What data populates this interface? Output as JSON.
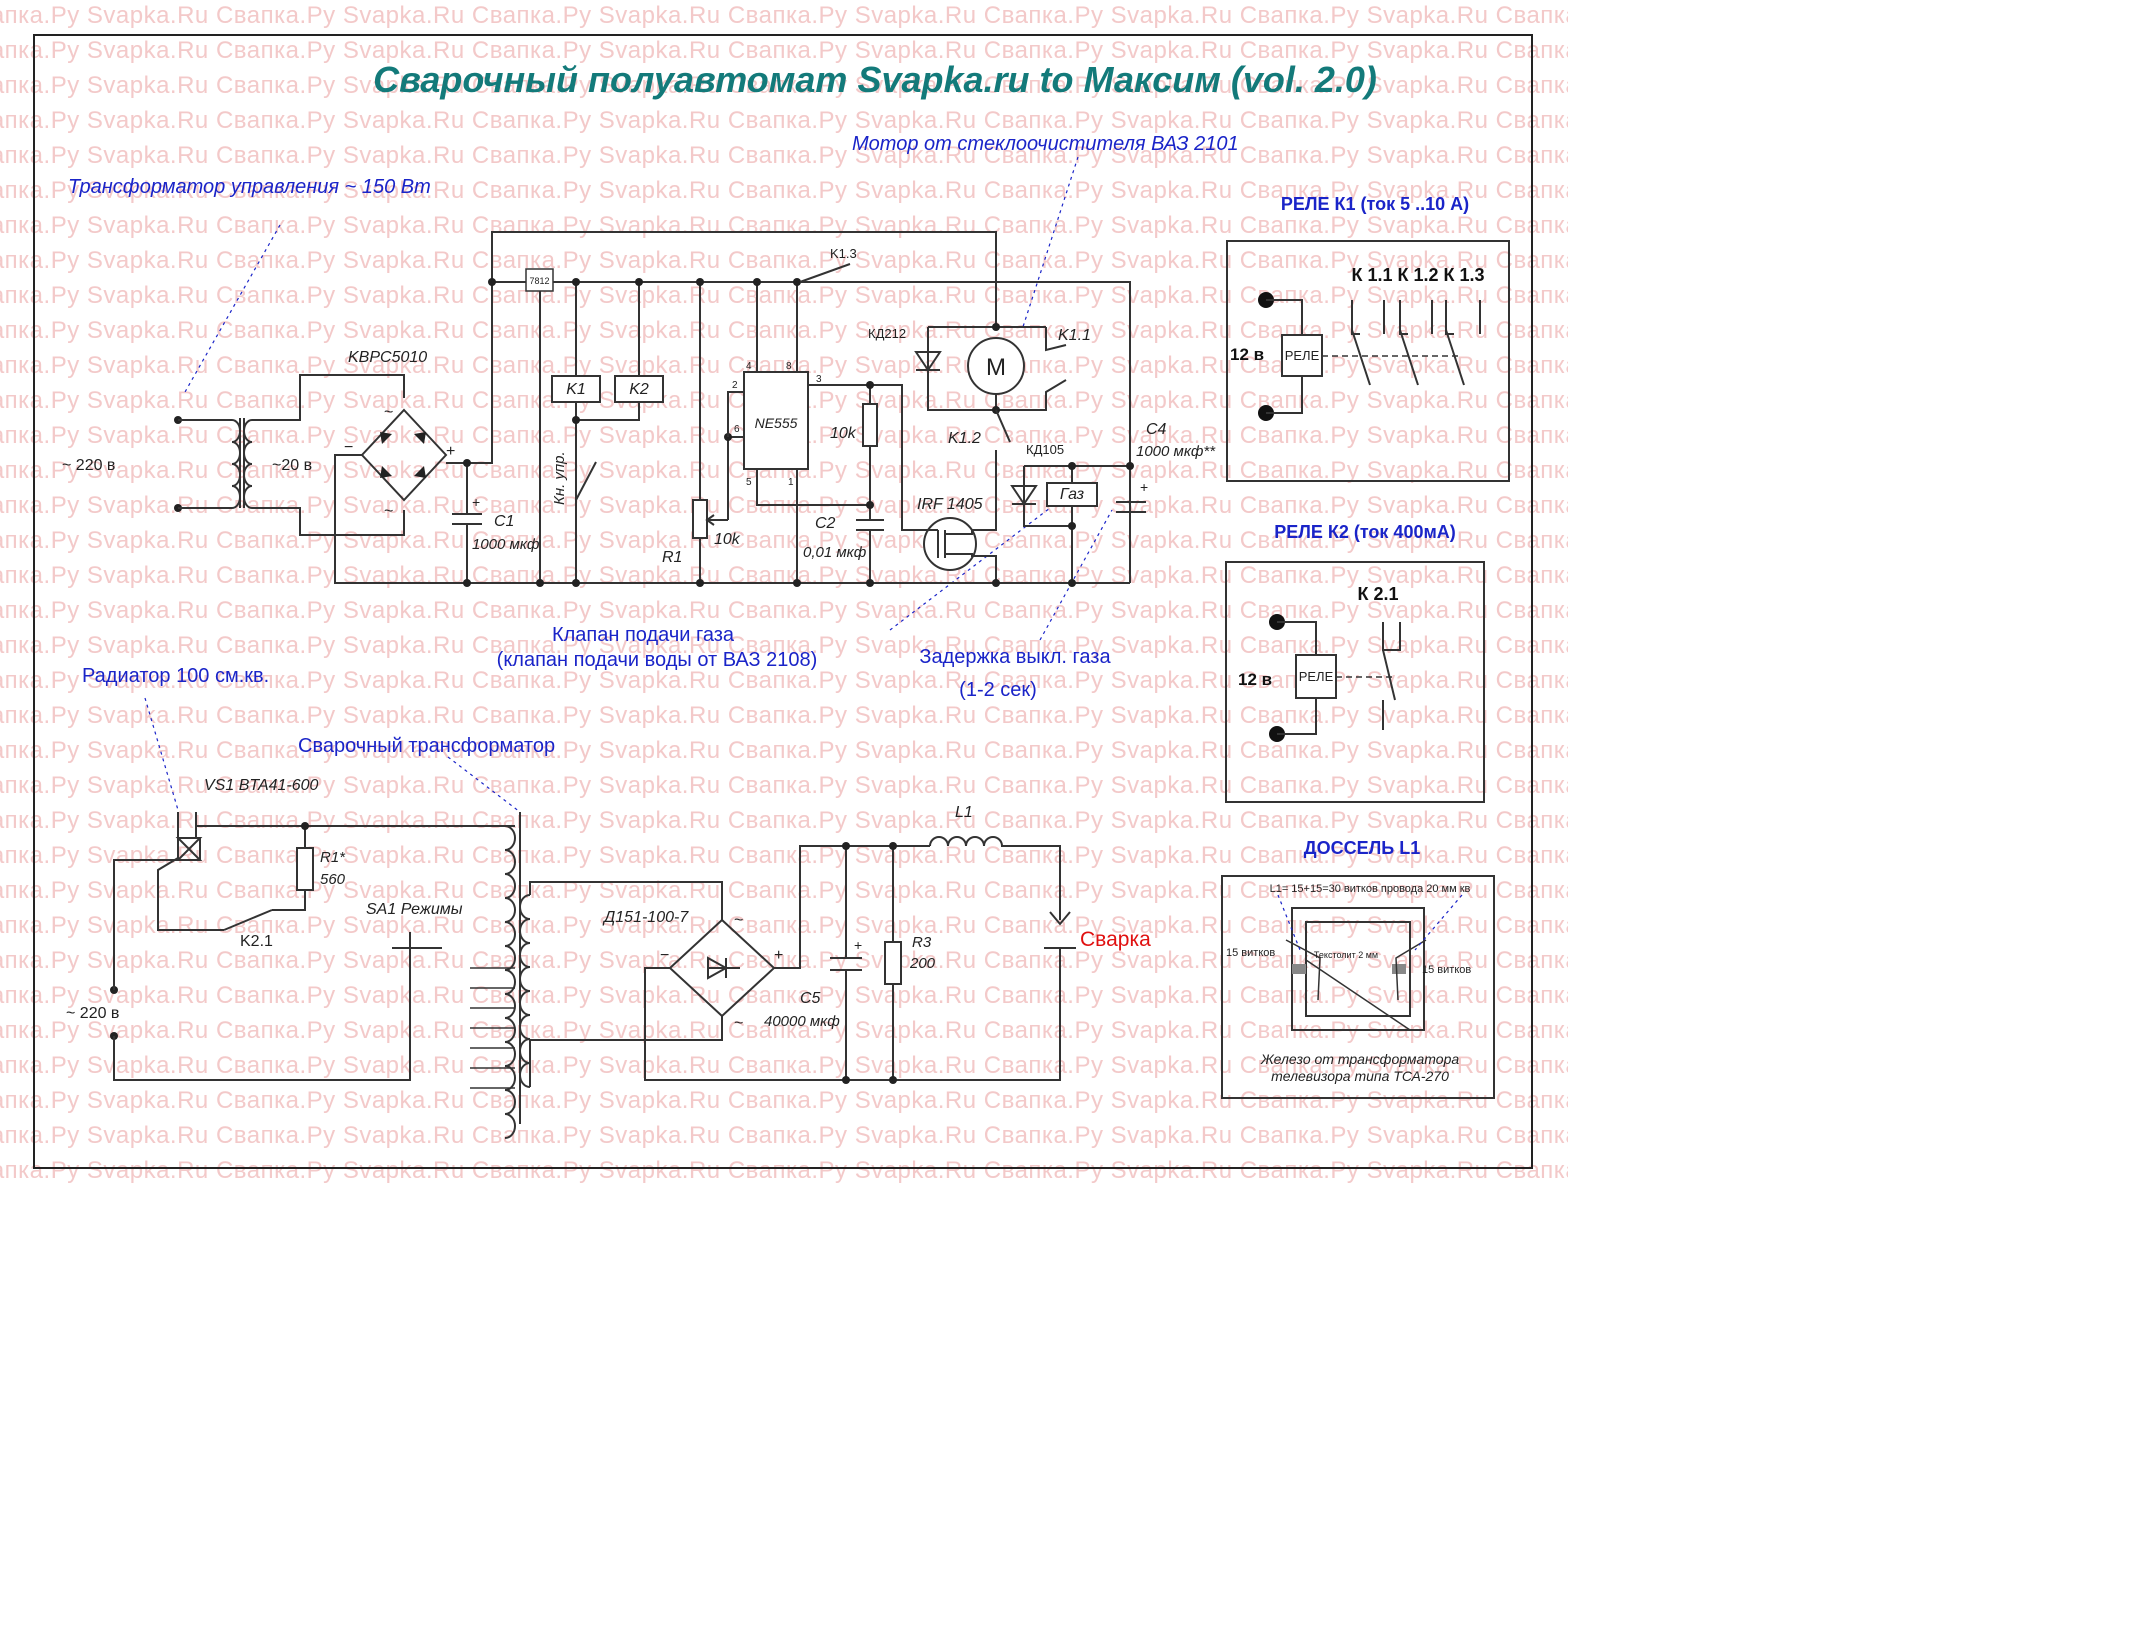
{
  "watermark": {
    "text": "Свапка.Ру Svapka.Ru"
  },
  "title": "Сварочный полуавтомат  Svapka.ru to Максим (vol. 2.0)",
  "annotations": {
    "control_transformer": "Трансформатор управления ~ 150 Вт",
    "wiper_motor": "Мотор от стеклоочистителя ВАЗ 2101",
    "gas_valve_line1": "Клапан подачи газа",
    "gas_valve_line2": "(клапан подачи воды от ВАЗ 2108)",
    "gas_delay_line1": "Задержка выкл. газа",
    "gas_delay_line2": "(1-2 сек)",
    "radiator": "Радиатор 100 см.кв.",
    "welding_transformer": "Сварочный трансформатор"
  },
  "control_circuit": {
    "mains": "~  220 в",
    "secondary": "~20 в",
    "bridge": "KBPC5010",
    "tilde": "~",
    "plus": "+",
    "minus": "−",
    "c1_name": "C1",
    "c1_value": "1000 мкф",
    "regulator": "7812",
    "k1": "K1",
    "k2": "K2",
    "button": "Кн. упр.",
    "r1": "R1",
    "r1_value": "10k",
    "ic": "NE555",
    "pins": [
      "4",
      "8",
      "2",
      "6",
      "3",
      "5",
      "1"
    ],
    "r_10k": "10k",
    "c2_name": "C2",
    "c2_value": "0,01 мкф",
    "k13": "K1.3",
    "kd212": "КД212",
    "motor": "M",
    "k11": "K1.1",
    "k12": "K1.2",
    "kd105": "КД105",
    "gas": "Газ",
    "c4_name": "C4",
    "c4_value": "1000 мкф**",
    "irf": "IRF 1405"
  },
  "relay_k1": {
    "title": "РЕЛЕ К1 (ток 5 ..10 А)",
    "contacts": "К 1.1  К 1.2  К 1.3",
    "voltage": "12 в",
    "coil": "РЕЛЕ"
  },
  "relay_k2": {
    "title": "РЕЛЕ К2 (ток 400мА)",
    "contacts": "К 2.1",
    "voltage": "12 в",
    "coil": "РЕЛЕ"
  },
  "choke": {
    "title": "ДОССЕЛЬ L1",
    "winding": "L1= 15+15=30 витков провода 20 мм кв",
    "left_turns": "15 витков",
    "right_turns": "15 витков",
    "textolite": "Текстолит 2 мм",
    "core_line1": "Железо от трансформатора",
    "core_line2": "телевизора типа ТСА-270"
  },
  "power_circuit": {
    "triac": "VS1  BTA41-600",
    "r1": "R1*",
    "r1_value": "560",
    "k21": "K2.1",
    "mains": "~ 220 в",
    "switch": "SA1 Режимы",
    "rectifier": "Д151-100-7",
    "c5_name": "C5",
    "c5_value": "40000 мкф",
    "l1": "L1",
    "r3_name": "R3",
    "r3_value": "200",
    "output": "Сварка"
  },
  "colors": {
    "title": "#137a7a",
    "annotation": "#1a24c8",
    "output": "#e01010",
    "watermark": "#f3c9c9",
    "wire": "#333333"
  }
}
